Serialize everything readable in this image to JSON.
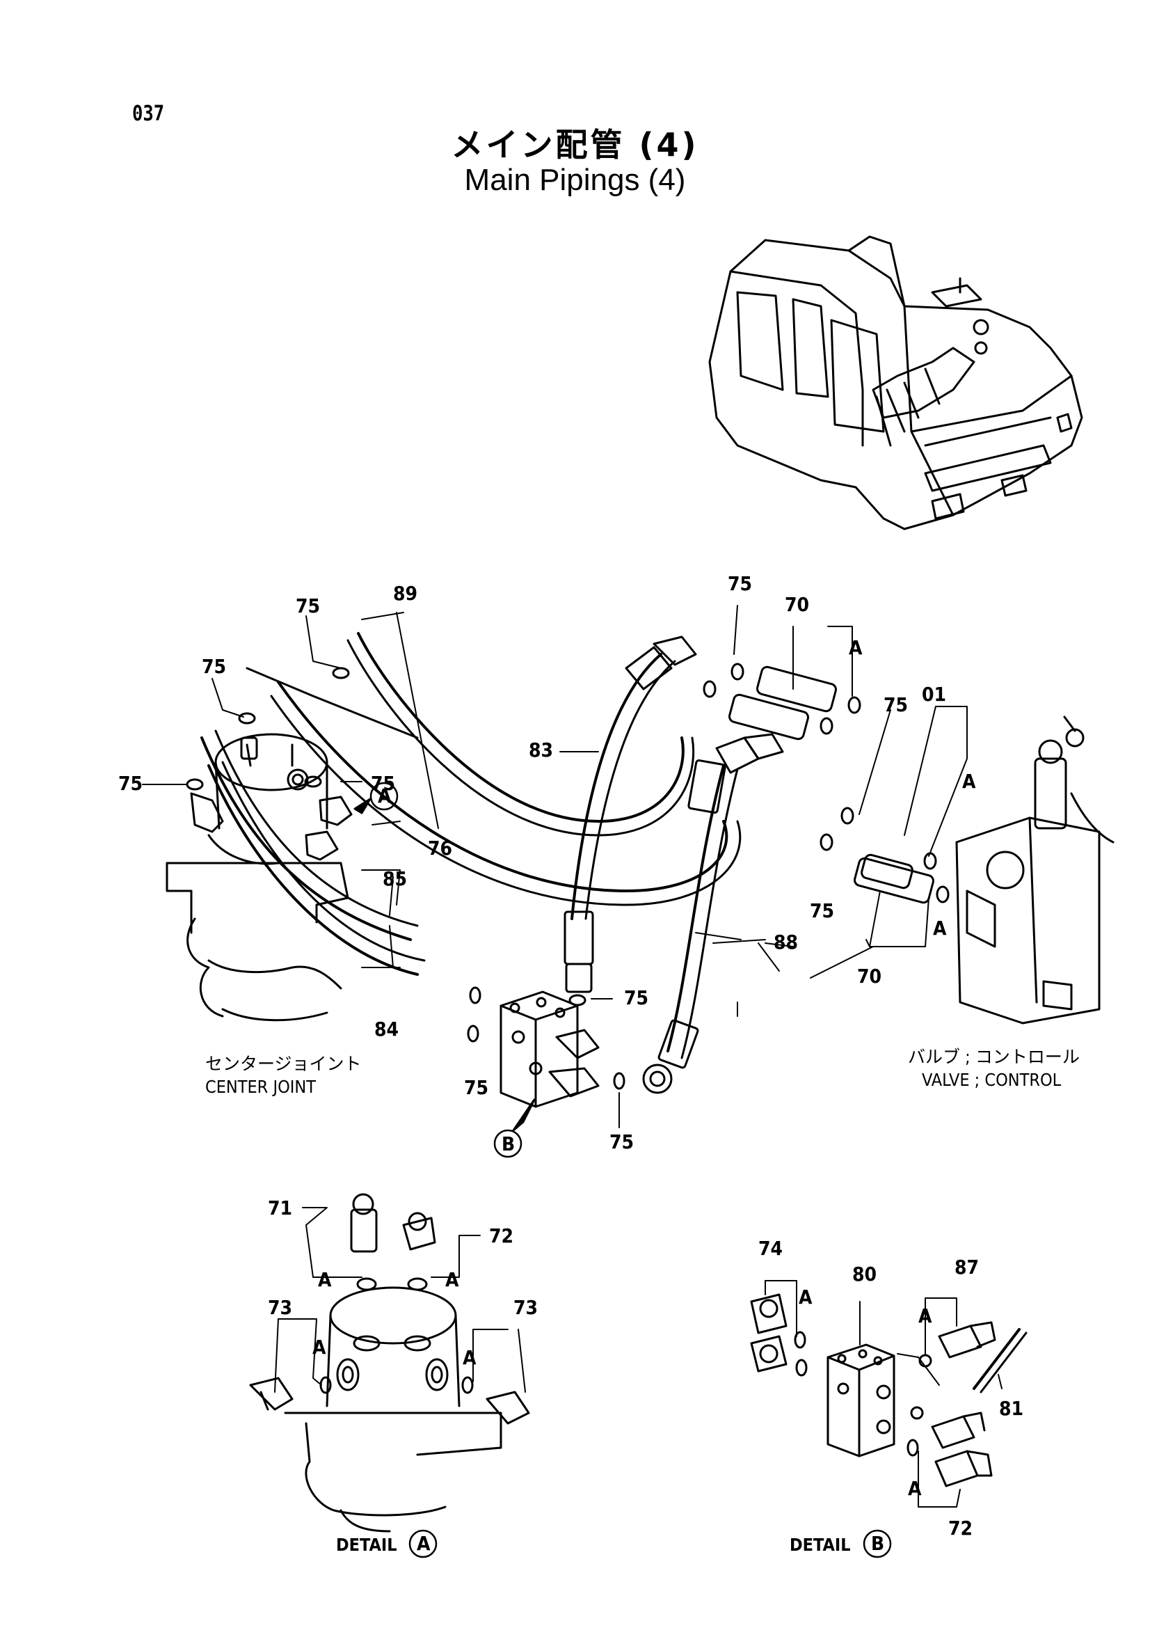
{
  "page_number": "037",
  "title_jp": "メイン配管 (4)",
  "title_en": "Main Pipings (4)",
  "captions": {
    "center_joint_jp": "センタージョイント",
    "center_joint_en": "CENTER JOINT",
    "valve_jp": "バルブ ; コントロール",
    "valve_en": "VALVE ; CONTROL",
    "detail_a": "DETAIL",
    "detail_b": "DETAIL"
  },
  "markers": {
    "a": "A",
    "b": "B"
  },
  "part_labels": {
    "p01": "01",
    "p70": "70",
    "p71": "71",
    "p72": "72",
    "p73": "73",
    "p74": "74",
    "p75": "75",
    "p76": "76",
    "p80": "80",
    "p81": "81",
    "p83": "83",
    "p84": "84",
    "p85": "85",
    "p87": "87",
    "p88": "88",
    "p89": "89"
  }
}
